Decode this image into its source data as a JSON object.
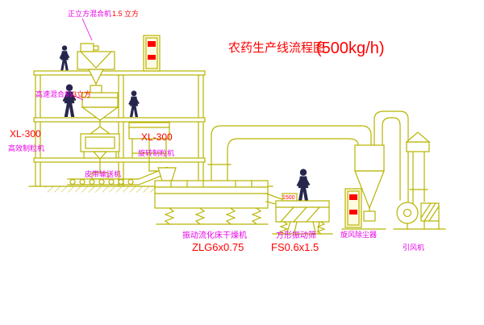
{
  "title": {
    "text": "农药生产线流程图",
    "capacity": "(500kg/h)"
  },
  "labels": {
    "mixer_top_name": "正立方混合机",
    "mixer_top_size": "1.5 立方",
    "mixer2_name": "高速混合机",
    "mixer2_size": "3立方",
    "granulator_left_model": "XL-300",
    "granulator_left_name": "高效制粒机",
    "granulator_right_model": "XL-300",
    "granulator_right_name": "旋转制粒机",
    "conveyor_name": "皮带输送机",
    "dryer_name": "振动流化床干燥机",
    "dryer_model": "ZLG6x0.75",
    "screen_name": "方形振动筛",
    "screen_model": "FS0.6x1.5",
    "screen_dim": "1500",
    "cyclone_name": "旋风除尘器",
    "fan_name": "引风机"
  },
  "colors": {
    "line": "#b8b400",
    "magenta": "#e800e8",
    "red": "#ff0000",
    "figure": "#26264d",
    "cabinet_fill": "#fffbe0",
    "background": "#ffffff"
  }
}
